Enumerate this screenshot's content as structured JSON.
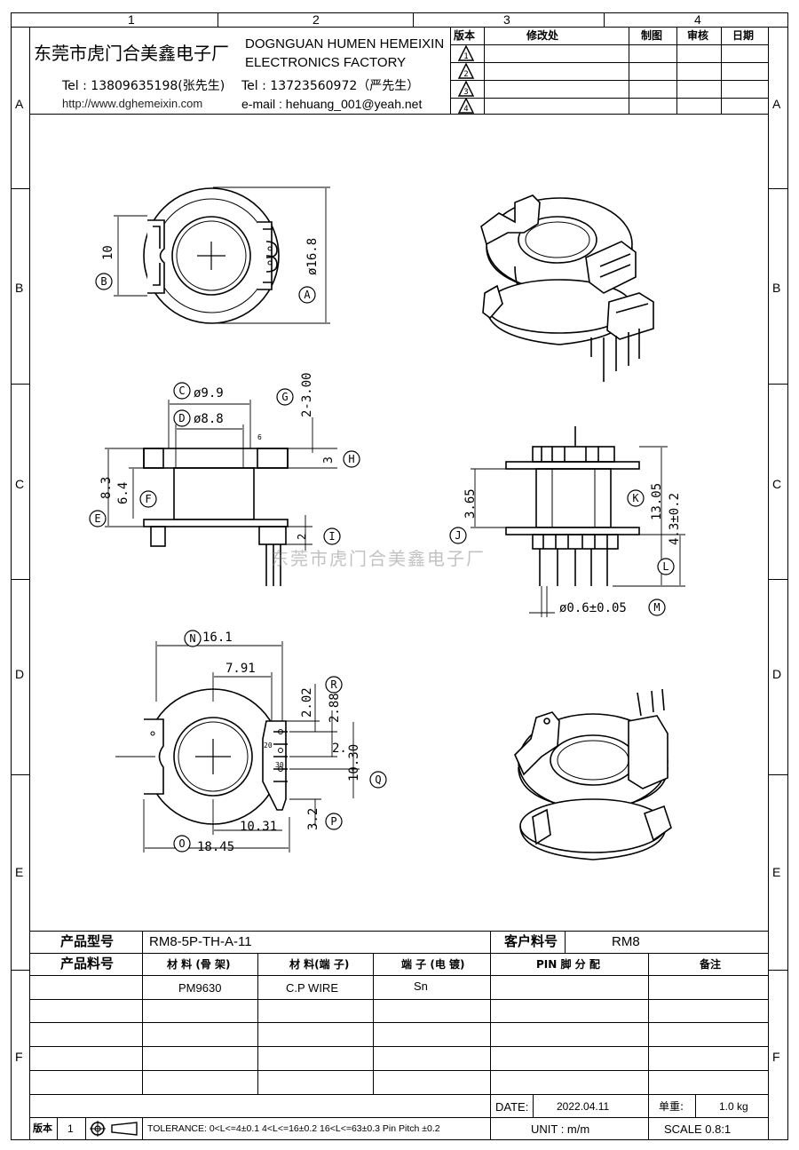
{
  "zones": {
    "top": [
      "1",
      "2",
      "3",
      "4"
    ],
    "side": [
      "A",
      "B",
      "C",
      "D",
      "E",
      "F"
    ]
  },
  "company": {
    "name_cn": "东莞市虎门合美鑫电子厂",
    "name_en_1": "DOGNGUAN HUMEN HEMEIXIN",
    "name_en_2": "ELECTRONICS FACTORY",
    "tel1": "Tel : 13809635198(张先生)",
    "tel2": "Tel : 13723560972（严先生）",
    "url": "http://www.dghemeixin.com",
    "email": "e-mail : hehuang_001@yeah.net"
  },
  "revision_table": {
    "headers": [
      "版本",
      "修改处",
      "制图",
      "审核",
      "日期"
    ],
    "rows": [
      "1",
      "2",
      "3",
      "4"
    ]
  },
  "drawing": {
    "watermark": "东莞市虎门合美鑫电子厂",
    "labels": {
      "A": "A",
      "B": "B",
      "C": "C",
      "D": "D",
      "E": "E",
      "F": "F",
      "G": "G",
      "H": "H",
      "I": "I",
      "J": "J",
      "K": "K",
      "L": "L",
      "M": "M",
      "N": "N",
      "O": "O",
      "P": "P",
      "Q": "Q",
      "R": "R"
    },
    "dims": {
      "d10": "10",
      "d16_8": "ø16.8",
      "d9_9": "ø9.9",
      "d8_8": "ø8.8",
      "d2_3": "2-3.00",
      "d3": "3",
      "d6": "6",
      "d8_3": "8.3",
      "d6_4": "6.4",
      "d2": "2",
      "d3_65": "3.65",
      "d13_05": "13.05",
      "d4_3": "4.3±0.2",
      "d0_6": "ø0.6±0.05",
      "d16_1": "16.1",
      "d7_91": "7.91",
      "d2_02": "2.02",
      "d2_88": "2.88",
      "d10_30": "10.30",
      "d3_2": "3.2",
      "d10_31": "10.31",
      "d18_45": "18.45",
      "pin20": "20",
      "pin30": "30"
    }
  },
  "title_block": {
    "product_model_label": "产品型号",
    "product_model": "RM8-5P-TH-A-11",
    "customer_part_label": "客户料号",
    "customer_part": "RM8",
    "product_part_label": "产品料号",
    "material_frame_label": "材 料 (骨 架)",
    "material_pin_label": "材 料(端 子)",
    "plating_label": "端 子 (电 镀)",
    "pin_assign_label": "PIN 脚 分 配",
    "remark_label": "备注",
    "material_frame": "PM9630",
    "material_pin": "C.P WIRE",
    "plating": "Sn",
    "date_label": "DATE:",
    "date": "2022.04.11",
    "weight_label": "单重:",
    "weight": "1.0 kg",
    "version_label": "版本",
    "version": "1",
    "tolerance": "TOLERANCE:  0<L<=4±0.1  4<L<=16±0.2  16<L<=63±0.3  Pin Pitch  ±0.2",
    "unit": "UNIT : m/m",
    "scale": "SCALE  0.8:1"
  }
}
